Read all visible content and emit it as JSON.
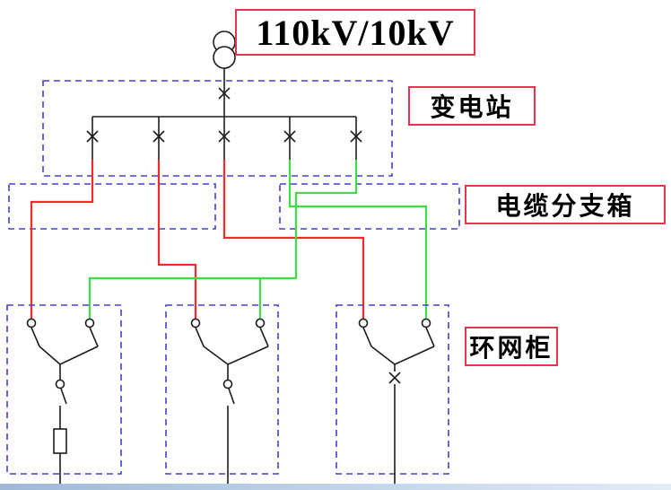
{
  "title_label": "110kV/10kV",
  "labels": {
    "substation": "变电站",
    "cable_branch_box": "电缆分支箱",
    "ring_main_unit": "环网柜"
  },
  "colors": {
    "label_border": "#e8354d",
    "cable_red": "#f42a2a",
    "cable_green": "#3fdc44",
    "dashed_blue": "#4141d0",
    "line_black": "#1c1c1c"
  }
}
